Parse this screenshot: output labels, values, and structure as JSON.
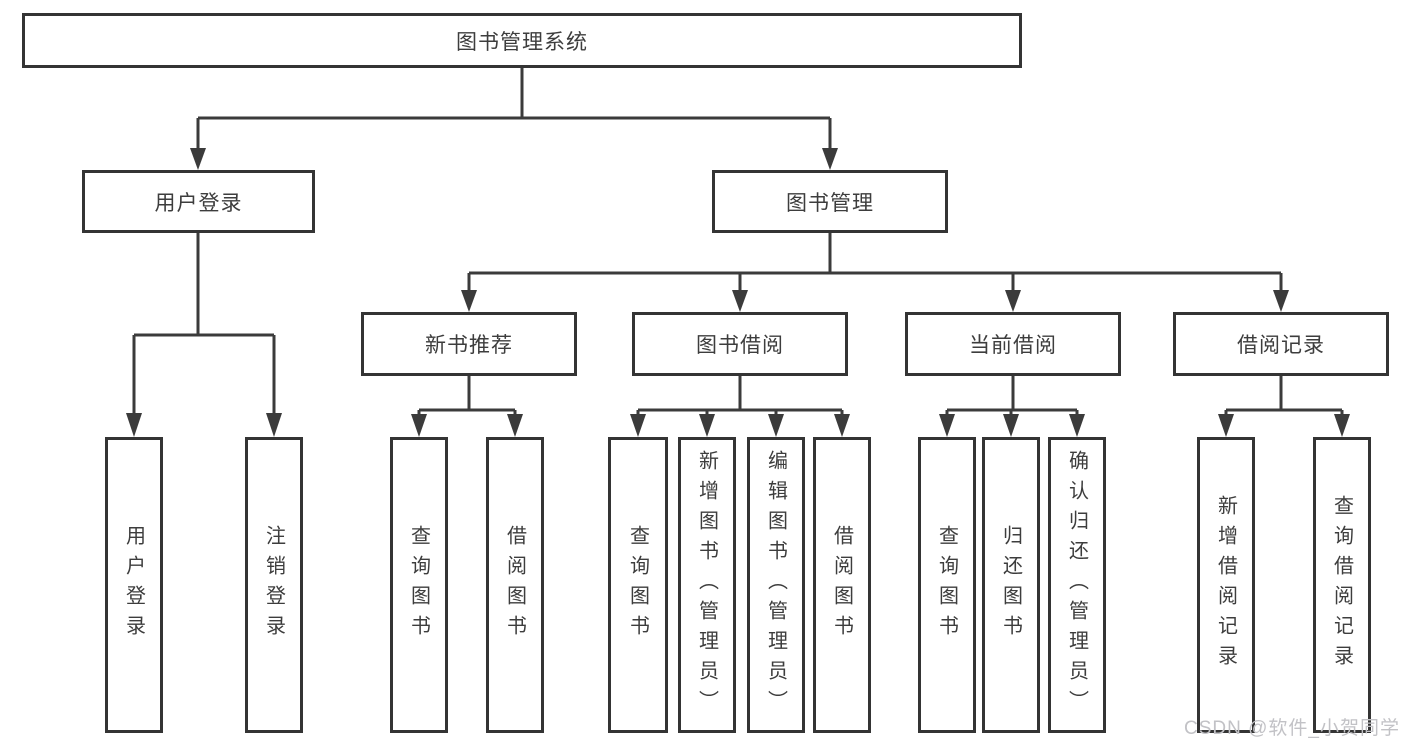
{
  "diagram": {
    "tree": {
      "label": "图书管理系统",
      "children": [
        {
          "label": "用户登录",
          "children": [
            {
              "label": "用户登录"
            },
            {
              "label": "注销登录"
            }
          ]
        },
        {
          "label": "图书管理",
          "children": [
            {
              "label": "新书推荐",
              "children": [
                {
                  "label": "查询图书"
                },
                {
                  "label": "借阅图书"
                }
              ]
            },
            {
              "label": "图书借阅",
              "children": [
                {
                  "label": "查询图书"
                },
                {
                  "label": "新增图书（管理员）"
                },
                {
                  "label": "编辑图书（管理员）"
                },
                {
                  "label": "借阅图书"
                }
              ]
            },
            {
              "label": "当前借阅",
              "children": [
                {
                  "label": "查询图书"
                },
                {
                  "label": "归还图书"
                },
                {
                  "label": "确认归还（管理员）"
                }
              ]
            },
            {
              "label": "借阅记录",
              "children": [
                {
                  "label": "新增借阅记录"
                },
                {
                  "label": "查询借阅记录"
                }
              ]
            }
          ]
        }
      ]
    },
    "colors": {
      "line": "#3b3b3b",
      "box_border": "#343434",
      "text": "#3d3d3d",
      "watermark": "#c2c2c6"
    }
  },
  "watermark": {
    "text": "CSDN @软件_小贺同学"
  }
}
